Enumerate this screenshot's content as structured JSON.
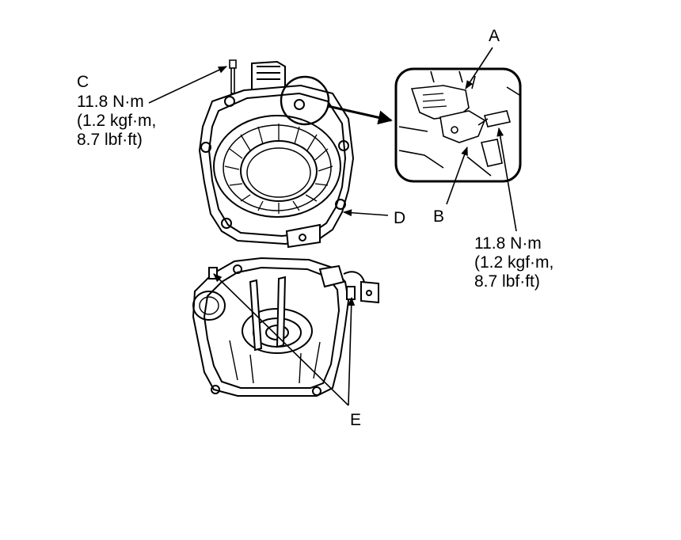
{
  "callouts": {
    "a": "A",
    "b": "B",
    "c": "C",
    "d": "D",
    "e": "E"
  },
  "torque_c": {
    "line1": "11.8 N·m",
    "line2": "(1.2 kgf·m,",
    "line3": "8.7 lbf·ft)"
  },
  "torque_b": {
    "line1": "11.8 N·m",
    "line2": "(1.2 kgf·m,",
    "line3": "8.7 lbf·ft)"
  }
}
